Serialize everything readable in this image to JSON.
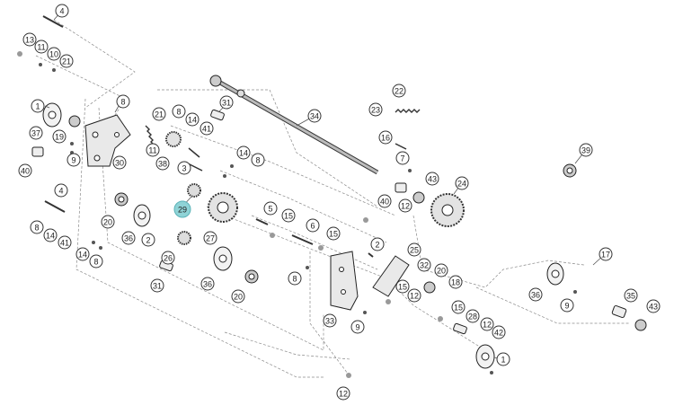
{
  "diagram": {
    "highlight_color": "#8fd3d6",
    "highlighted_callout": "29",
    "callouts": [
      "4",
      "13",
      "11",
      "10",
      "21",
      "8",
      "1",
      "37",
      "19",
      "9",
      "40",
      "30",
      "4",
      "8",
      "14",
      "41",
      "20",
      "36",
      "2",
      "26",
      "31",
      "14",
      "8",
      "21",
      "8",
      "14",
      "41",
      "11",
      "38",
      "3",
      "14",
      "8",
      "29",
      "27",
      "31",
      "34",
      "22",
      "23",
      "16",
      "7",
      "43",
      "40",
      "12",
      "24",
      "39",
      "5",
      "15",
      "6",
      "15",
      "2",
      "36",
      "20",
      "8",
      "33",
      "9",
      "12",
      "25",
      "32",
      "20",
      "15",
      "12",
      "18",
      "15",
      "28",
      "12",
      "42",
      "1",
      "17",
      "36",
      "9",
      "35",
      "43"
    ]
  }
}
